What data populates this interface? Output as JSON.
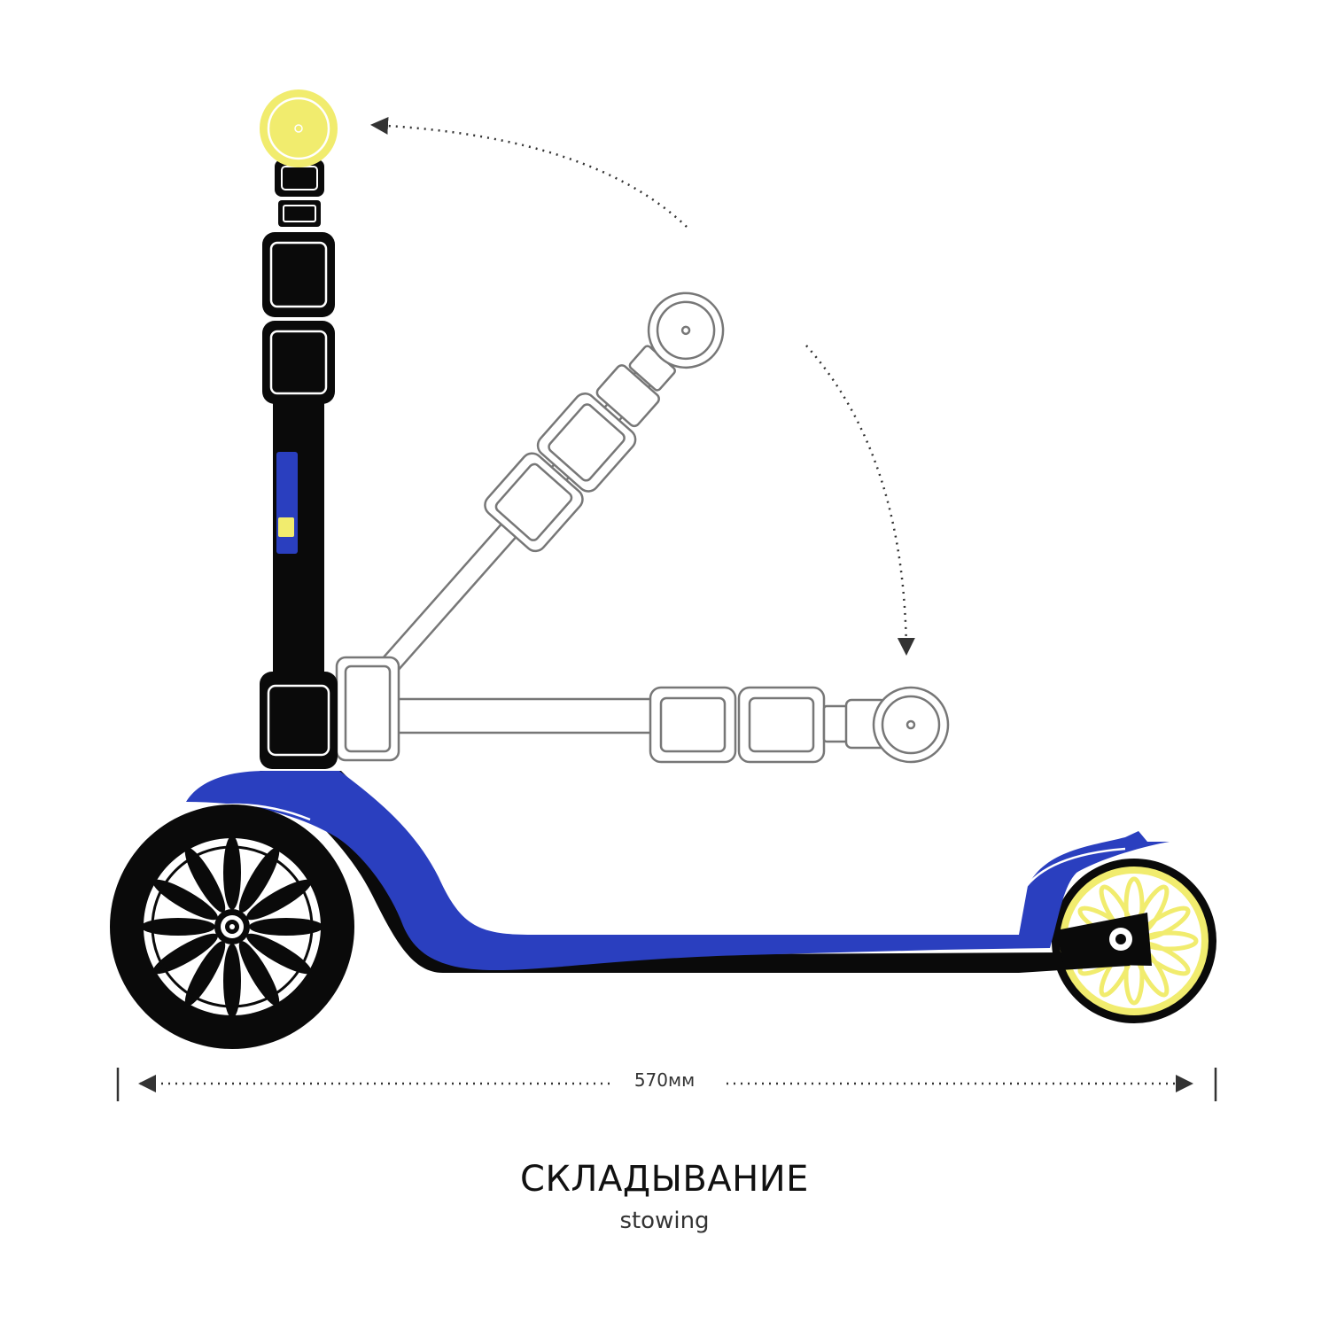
{
  "colors": {
    "deck": "#2a3fbf",
    "frame": "#0a0a0a",
    "rear_wheel_hub": "#f1ec6e",
    "grip_cap": "#f1ec6e",
    "outline": "#777777",
    "label_background": "#2a3fbf"
  },
  "dimension": {
    "label": "570мм"
  },
  "caption": {
    "title": "СКЛАДЫВАНИЕ",
    "subtitle": "stowing"
  }
}
